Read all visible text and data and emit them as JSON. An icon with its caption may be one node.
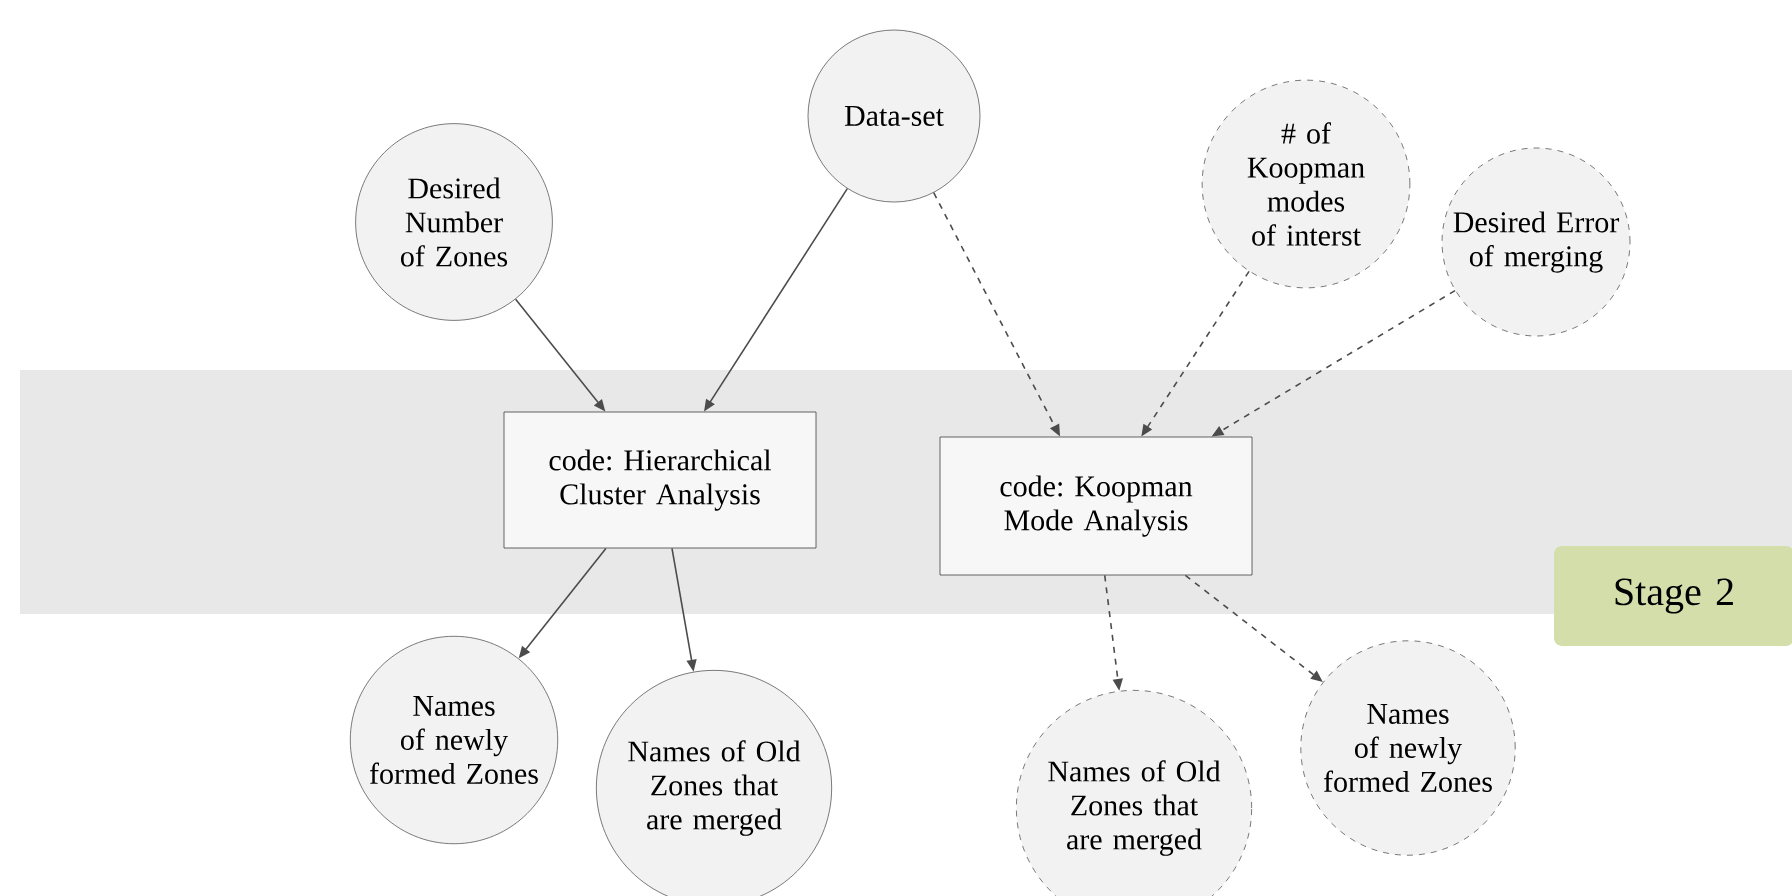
{
  "diagram": {
    "nodes": [
      {
        "text": [
          "Data-set"
        ]
      },
      {
        "text": [
          "Desired Number of Zones"
        ]
      },
      {
        "text": [
          "# of Koopman modes of interst"
        ]
      },
      {
        "text": [
          "Desired Error of merging"
        ]
      },
      {
        "text": [
          "code: Hierarchical Cluster Analysis"
        ]
      },
      {
        "text": [
          "code: Koopman Mode Analysis"
        ]
      },
      {
        "text": [
          "Stage 2"
        ]
      },
      {
        "text": [
          "Names of newly formed Zones"
        ]
      },
      {
        "text": [
          "Names of Old Zones that are merged"
        ]
      },
      {
        "text": [
          "Names of Old Zones that are merged"
        ]
      },
      {
        "text": [
          "Names of newly formed Zones"
        ]
      }
    ],
    "edges": [
      {
        "from": 1,
        "to": 4,
        "arrow": "to"
      },
      {
        "from": 0,
        "to": 4,
        "arrow": "to"
      },
      {
        "from": 0,
        "to": 5,
        "arrow": "to",
        "style": "dashed"
      },
      {
        "from": 2,
        "to": 5,
        "arrow": "to",
        "style": "dashed"
      },
      {
        "from": 3,
        "to": 5,
        "arrow": "to",
        "style": "dashed"
      },
      {
        "from": 4,
        "to": 7,
        "arrow": "to"
      },
      {
        "from": 4,
        "to": 8,
        "arrow": "to"
      },
      {
        "from": 5,
        "to": 9,
        "arrow": "to",
        "style": "dashed"
      },
      {
        "from": 5,
        "to": 10,
        "arrow": "to",
        "style": "dashed"
      }
    ]
  }
}
